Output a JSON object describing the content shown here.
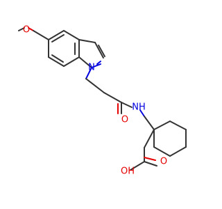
{
  "molecule": {
    "atom_colors": {
      "oxygen": "#e60000",
      "nitrogen": "#0000e0",
      "carbon_bond": "#333333",
      "background": "#ffffff"
    },
    "labels": {
      "methoxy_oxygen": "O",
      "indole_nitrogen": "N",
      "carbonyl_oxygen": "O",
      "amide_nh": "NH",
      "acid_carbonyl_oxygen": "O",
      "acid_hydroxyl": "OH"
    }
  }
}
